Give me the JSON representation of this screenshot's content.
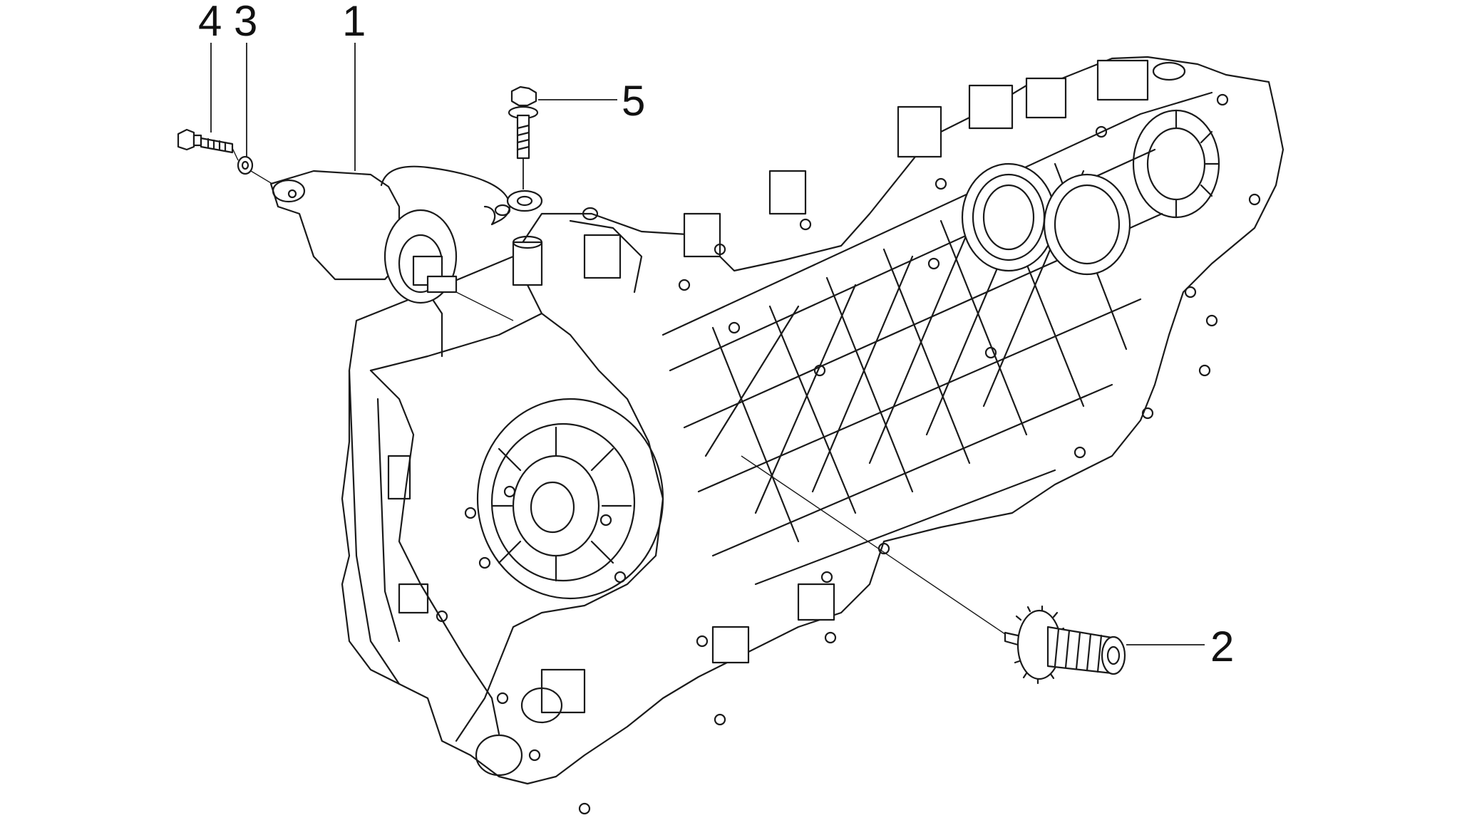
{
  "diagram": {
    "callouts": [
      {
        "id": "starter-motor",
        "label": "1"
      },
      {
        "id": "starter-gear",
        "label": "2"
      },
      {
        "id": "washer",
        "label": "3"
      },
      {
        "id": "bolt",
        "label": "4"
      },
      {
        "id": "flange-bolt",
        "label": "5"
      }
    ]
  }
}
